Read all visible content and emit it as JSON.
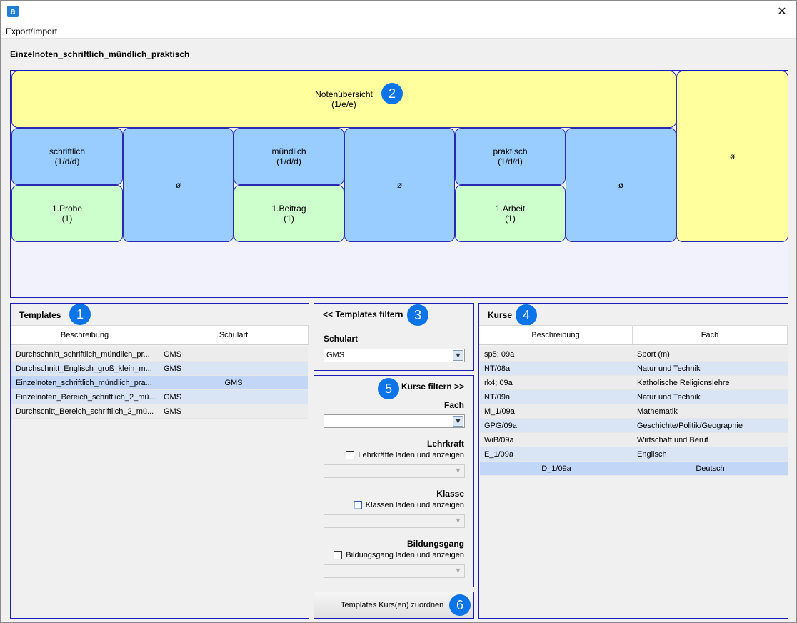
{
  "window": {
    "app_icon": "a",
    "close_symbol": "✕"
  },
  "menu": {
    "export_import": "Export/Import"
  },
  "template_name": "Einzelnoten_schriftlich_mündlich_praktisch",
  "grid": {
    "overview": {
      "title": "Notenübersicht",
      "sub": "(1/e/e)"
    },
    "avg_right": "ø",
    "categories": [
      {
        "title": "schriftlich",
        "sub": "(1/d/d)",
        "avg": "ø",
        "item_title": "1.Probe",
        "item_sub": "(1)"
      },
      {
        "title": "mündlich",
        "sub": "(1/d/d)",
        "avg": "ø",
        "item_title": "1.Beitrag",
        "item_sub": "(1)"
      },
      {
        "title": "praktisch",
        "sub": "(1/d/d)",
        "avg": "ø",
        "item_title": "1.Arbeit",
        "item_sub": "(1)"
      }
    ]
  },
  "badges": [
    "1",
    "2",
    "3",
    "4",
    "5",
    "6"
  ],
  "templates_panel": {
    "title": "Templates",
    "columns": [
      "Beschreibung",
      "Schulart"
    ],
    "rows": [
      {
        "beschreibung": "Durchschnitt_schriftlich_mündlich_pr...",
        "schulart": "GMS"
      },
      {
        "beschreibung": "Durchschnitt_Englisch_groß_klein_m...",
        "schulart": "GMS"
      },
      {
        "beschreibung": "Einzelnoten_schriftlich_mündlich_pra...",
        "schulart": "GMS"
      },
      {
        "beschreibung": "Einzelnoten_Bereich_schriftlich_2_mü...",
        "schulart": "GMS"
      },
      {
        "beschreibung": "Durchscnitt_Bereich_schriftlich_2_mü...",
        "schulart": "GMS"
      }
    ]
  },
  "filter_templates": {
    "title": "<< Templates filtern",
    "schulart_label": "Schulart",
    "schulart_value": "GMS"
  },
  "filter_kurse": {
    "title": "Kurse filtern >>",
    "fach_label": "Fach",
    "fach_value": "",
    "lehrkraft_label": "Lehrkraft",
    "lehrkraft_check": "Lehrkräfte laden und anzeigen",
    "klasse_label": "Klasse",
    "klasse_check": "Klassen laden und anzeigen",
    "bildungsgang_label": "Bildungsgang",
    "bildungsgang_check": "Bildungsgang laden und anzeigen"
  },
  "assign_button": "Templates Kurs(en) zuordnen",
  "kurse_panel": {
    "title": "Kurse",
    "columns": [
      "Beschreibung",
      "Fach"
    ],
    "rows": [
      {
        "beschreibung": "sp5; 09a",
        "fach": "Sport (m)"
      },
      {
        "beschreibung": "NT/08a",
        "fach": "Natur und Technik"
      },
      {
        "beschreibung": "rk4; 09a",
        "fach": "Katholische Religionslehre"
      },
      {
        "beschreibung": "NT/09a",
        "fach": "Natur und Technik"
      },
      {
        "beschreibung": "M_1/09a",
        "fach": "Mathematik"
      },
      {
        "beschreibung": "GPG/09a",
        "fach": "Geschichte/Politik/Geographie"
      },
      {
        "beschreibung": "WiB/09a",
        "fach": "Wirtschaft und Beruf"
      },
      {
        "beschreibung": "E_1/09a",
        "fach": "Englisch"
      },
      {
        "beschreibung": "D_1/09a",
        "fach": "Deutsch"
      }
    ]
  },
  "colors": {
    "accent_border": "#1b1bb8",
    "overview_yellow": "#ffff9e",
    "category_blue": "#99ccff",
    "item_green": "#ccffcc",
    "badge_blue": "#0a74e8",
    "selected_row": "#c2d6f8"
  }
}
